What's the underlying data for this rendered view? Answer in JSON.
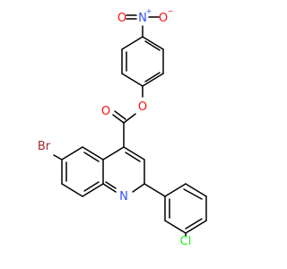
{
  "molecule": {
    "atoms": {
      "nitro_o_left": "O",
      "nitro_n": "N",
      "nitro_o_right": "O",
      "ester_o_carbonyl": "O",
      "ester_o_ether": "O",
      "bromine": "Br",
      "quinoline_n": "N",
      "chlorine": "Cl"
    },
    "charges": {
      "nitro_n": "+",
      "nitro_o_right": "−"
    },
    "colors": {
      "oxygen": "#ff0d0d",
      "nitrogen": "#3050f8",
      "bromine": "#a62929",
      "chlorine": "#1ff01f",
      "bond": "#000000"
    }
  }
}
